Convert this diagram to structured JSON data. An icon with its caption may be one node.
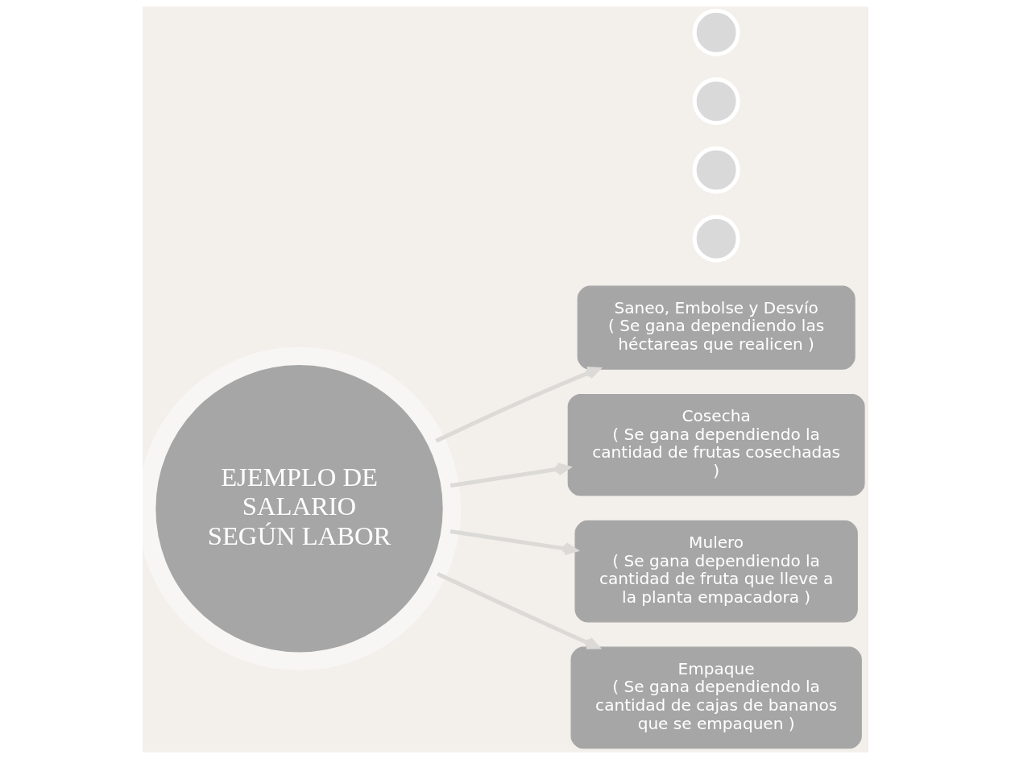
{
  "diagram": {
    "nodes": [
      {
        "text": [
          "EJEMPLO DE SALARIO SEGÚN LABOR"
        ]
      },
      {
        "text": [],
        "shape": "circle"
      },
      {
        "text": [
          "Saneo, Embolse y Desvío",
          "( Se gana dependiendo las héctareas que realicen )"
        ]
      },
      {
        "text": [],
        "shape": "circle"
      },
      {
        "text": [
          "Cosecha",
          "( Se gana dependiendo la cantidad de frutas cosechadas )"
        ]
      },
      {
        "text": [],
        "shape": "circle"
      },
      {
        "text": [
          "Mulero",
          "( Se gana dependiendo la cantidad de fruta que lleve a la planta empacadora )"
        ]
      },
      {
        "text": [],
        "shape": "circle"
      },
      {
        "text": [
          "Empaque",
          "( Se gana dependiendo la cantidad de cajas de bananos que se empaquen )"
        ]
      }
    ],
    "edges": [
      {
        "from": 0,
        "to": 2,
        "arrow": "to"
      },
      {
        "from": 0,
        "to": 4,
        "arrow": "to"
      },
      {
        "from": 0,
        "to": 6,
        "arrow": "to"
      },
      {
        "from": 0,
        "to": 8,
        "arrow": "to"
      }
    ]
  }
}
